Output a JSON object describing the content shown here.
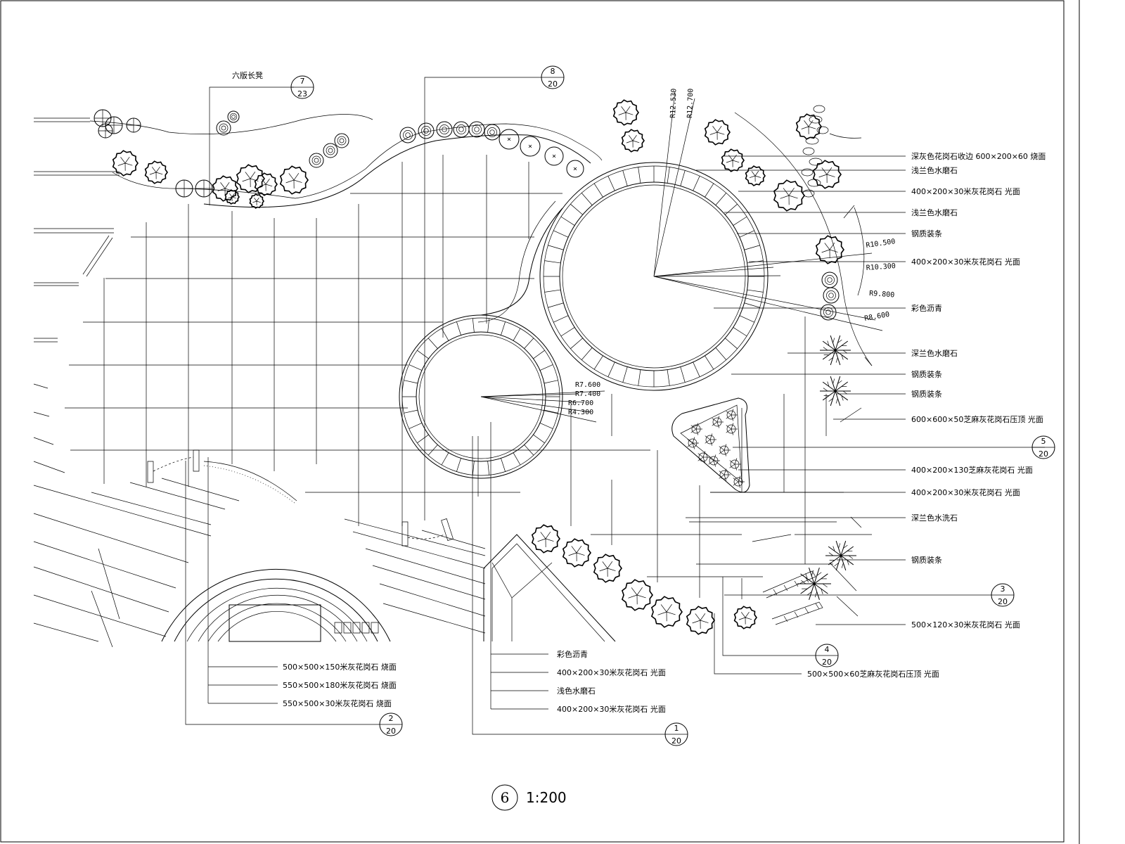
{
  "drawing": {
    "number": "6",
    "scale": "1:200"
  },
  "top_label": "六版长凳",
  "callouts": [
    {
      "id": "c7",
      "num": "7",
      "sheet": "23"
    },
    {
      "id": "c8",
      "num": "8",
      "sheet": "20"
    },
    {
      "id": "c5",
      "num": "5",
      "sheet": "20"
    },
    {
      "id": "c3",
      "num": "3",
      "sheet": "20"
    },
    {
      "id": "c4",
      "num": "4",
      "sheet": "20"
    },
    {
      "id": "c2",
      "num": "2",
      "sheet": "20"
    },
    {
      "id": "c1",
      "num": "1",
      "sheet": "20"
    }
  ],
  "dimensions": {
    "big_circle": [
      "R12.530",
      "R12.700"
    ],
    "right_radii": [
      "R10.500",
      "R10.300",
      "R9.800",
      "R8.600"
    ],
    "small_circle": [
      "R7.600",
      "R7.400",
      "R6.700",
      "R4.300"
    ]
  },
  "right_notes": [
    "深灰色花岗石收边 600×200×60 烧面",
    "浅兰色水磨石",
    "400×200×30米灰花岗石 光面",
    "浅兰色水磨石",
    "钢质装条",
    "400×200×30米灰花岗石 光面",
    "彩色沥青",
    "深兰色水磨石",
    "钢质装条",
    "钢质装条",
    "600×600×50芝麻灰花岗石压顶 光面",
    "400×200×130芝麻灰花岗石 光面",
    "400×200×30米灰花岗石 光面",
    "深兰色水洗石",
    "钢质装条",
    "500×120×30米灰花岗石 光面"
  ],
  "bottom_left_notes": [
    "500×500×150米灰花岗石 烧面",
    "550×500×180米灰花岗石 烧面",
    "550×500×30米灰花岗石 烧面"
  ],
  "bottom_mid_notes": [
    "彩色沥青",
    "400×200×30米灰花岗石 光面",
    "浅色水磨石",
    "400×200×30米灰花岗石 光面"
  ],
  "bottom_right_note": "500×500×60芝麻灰花岗石压顶 光面"
}
